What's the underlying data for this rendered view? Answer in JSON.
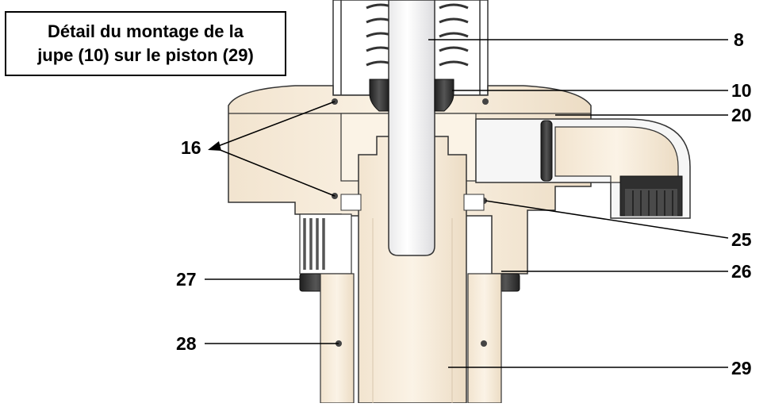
{
  "title": {
    "line1": "Détail du montage de la",
    "line2": "jupe (10) sur le piston (29)"
  },
  "callouts": [
    {
      "id": "8",
      "label": "8"
    },
    {
      "id": "10",
      "label": "10"
    },
    {
      "id": "20",
      "label": "20"
    },
    {
      "id": "16",
      "label": "16"
    },
    {
      "id": "25",
      "label": "25"
    },
    {
      "id": "26",
      "label": "26"
    },
    {
      "id": "27",
      "label": "27"
    },
    {
      "id": "28",
      "label": "28"
    },
    {
      "id": "29",
      "label": "29"
    }
  ],
  "colors": {
    "body": "#f7ecdc",
    "body_shade": "#e9d9c2",
    "outline": "#333333",
    "rod": "#ffffff",
    "dark_part": "#2e2e2e",
    "seal": "#3c3c3c",
    "housing_grey": "#f6f6f6"
  }
}
